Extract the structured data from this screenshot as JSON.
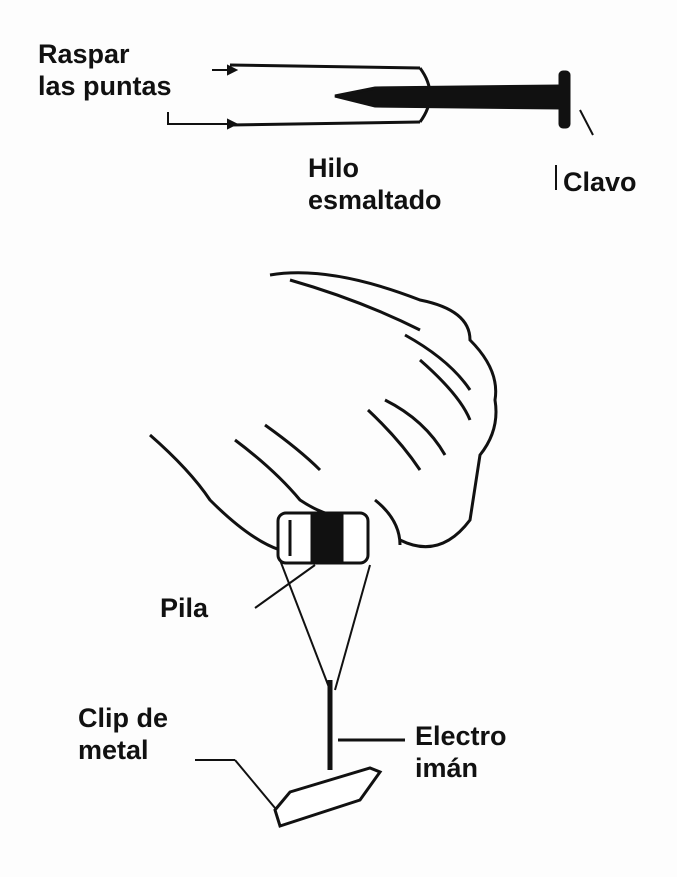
{
  "labels": {
    "scrape_line1": "Raspar",
    "scrape_line2": "las puntas",
    "wire_line1": "Hilo",
    "wire_line2": "esmaltado",
    "nail": "Clavo",
    "battery": "Pila",
    "clip_line1": "Clip de",
    "clip_line2": "metal",
    "magnet_line1": "Electro",
    "magnet_line2": "imán"
  }
}
